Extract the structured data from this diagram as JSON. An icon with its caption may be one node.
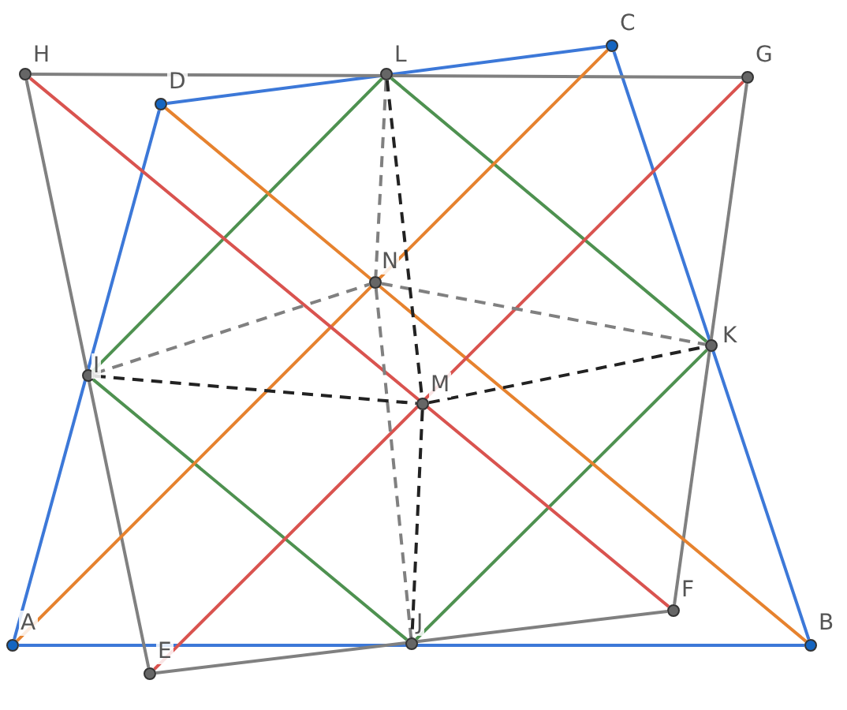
{
  "diagram": {
    "nodes": [
      {
        "text": [
          "H"
        ]
      },
      {
        "text": [
          "L"
        ]
      },
      {
        "text": [
          "C"
        ]
      },
      {
        "text": [
          "G"
        ]
      },
      {
        "text": [
          "D"
        ]
      },
      {
        "text": [
          "N"
        ]
      },
      {
        "text": [
          "I"
        ]
      },
      {
        "text": [
          "K"
        ]
      },
      {
        "text": [
          "M"
        ]
      },
      {
        "text": [
          "A"
        ]
      },
      {
        "text": [
          "E"
        ]
      },
      {
        "text": [
          "J"
        ]
      },
      {
        "text": [
          "F"
        ]
      },
      {
        "text": [
          "B"
        ]
      }
    ],
    "edges": [
      {
        "from": 9,
        "to": 13,
        "arrow": "none",
        "color": "#3c78d8"
      },
      {
        "from": 13,
        "to": 2,
        "arrow": "none",
        "color": "#3c78d8"
      },
      {
        "from": 2,
        "to": 4,
        "arrow": "none",
        "color": "#3c78d8"
      },
      {
        "from": 4,
        "to": 9,
        "arrow": "none",
        "color": "#3c78d8"
      },
      {
        "from": 0,
        "to": 3,
        "arrow": "none"
      },
      {
        "from": 3,
        "to": 12,
        "arrow": "none"
      },
      {
        "from": 12,
        "to": 10,
        "arrow": "none"
      },
      {
        "from": 10,
        "to": 0,
        "arrow": "none"
      },
      {
        "from": 1,
        "to": 6,
        "arrow": "none",
        "color": "#4e9150"
      },
      {
        "from": 6,
        "to": 11,
        "arrow": "none",
        "color": "#4e9150"
      },
      {
        "from": 11,
        "to": 7,
        "arrow": "none",
        "color": "#4e9150"
      },
      {
        "from": 7,
        "to": 1,
        "arrow": "none",
        "color": "#4e9150"
      },
      {
        "from": 9,
        "to": 2,
        "arrow": "none",
        "color": "#e6822e"
      },
      {
        "from": 4,
        "to": 13,
        "arrow": "none",
        "color": "#e6822e"
      },
      {
        "from": 0,
        "to": 12,
        "arrow": "none",
        "color": "#d9534f"
      },
      {
        "from": 10,
        "to": 3,
        "arrow": "none",
        "color": "#d9534f"
      },
      {
        "from": 6,
        "to": 5,
        "arrow": "none",
        "style": "dashed"
      },
      {
        "from": 5,
        "to": 7,
        "arrow": "none",
        "style": "dashed"
      },
      {
        "from": 1,
        "to": 5,
        "arrow": "none",
        "style": "dashed"
      },
      {
        "from": 5,
        "to": 11,
        "arrow": "none",
        "style": "dashed"
      },
      {
        "from": 6,
        "to": 8,
        "arrow": "none",
        "style": "dashed",
        "color": "#222222"
      },
      {
        "from": 8,
        "to": 7,
        "arrow": "none",
        "style": "dashed",
        "color": "#222222"
      },
      {
        "from": 1,
        "to": 8,
        "arrow": "none",
        "style": "dashed",
        "color": "#222222"
      },
      {
        "from": 8,
        "to": 11,
        "arrow": "none",
        "style": "dashed",
        "color": "#222222"
      }
    ]
  }
}
